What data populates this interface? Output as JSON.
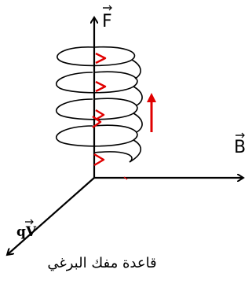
{
  "labels": {
    "force": "F",
    "field": "B",
    "charge_velocity": "qV"
  },
  "caption": "قاعدة مفك البرغي",
  "colors": {
    "axes": "#000000",
    "helix": "#000000",
    "arrows": "#e00000"
  },
  "icons": {
    "helix": "screw-helix-icon",
    "upward": "upward-arrow-icon"
  }
}
